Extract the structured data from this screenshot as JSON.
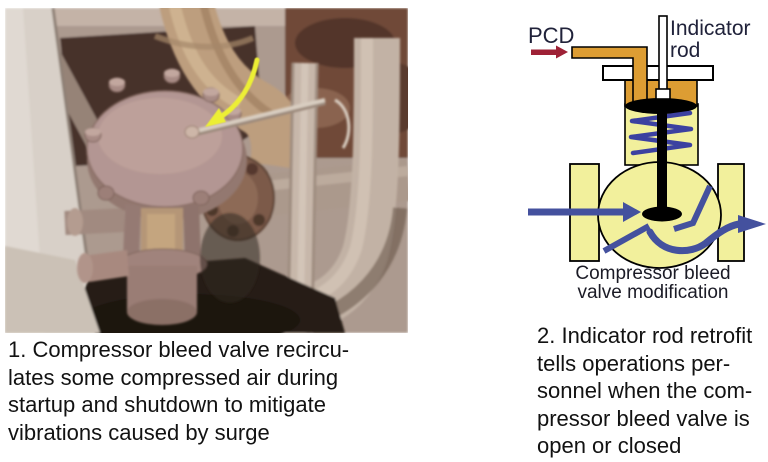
{
  "figure1": {
    "caption_lines": [
      "1. Compressor bleed valve recircu-",
      "lates some compressed air during",
      "startup and shutdown to mitigate",
      "vibrations caused by surge"
    ]
  },
  "figure2": {
    "pcd_label": "PCD",
    "indicator_rod_label_lines": [
      "Indicator",
      "rod"
    ],
    "diagram_caption_lines": [
      "Compressor bleed",
      "valve modification"
    ],
    "caption_lines": [
      "2. Indicator rod retrofit",
      "tells operations per-",
      "sonnel when the com-",
      "pressor bleed valve is",
      "open or closed"
    ],
    "colors": {
      "pipe_orange": "#dd9d33",
      "valve_body_yellow": "#f2f09c",
      "flow_arrow_blue": "#44519e",
      "spring_blue": "#3c41a0",
      "pcd_arrow_red": "#9e2136"
    }
  },
  "photo": {
    "annotation_arrow_color": "#ecef35"
  }
}
